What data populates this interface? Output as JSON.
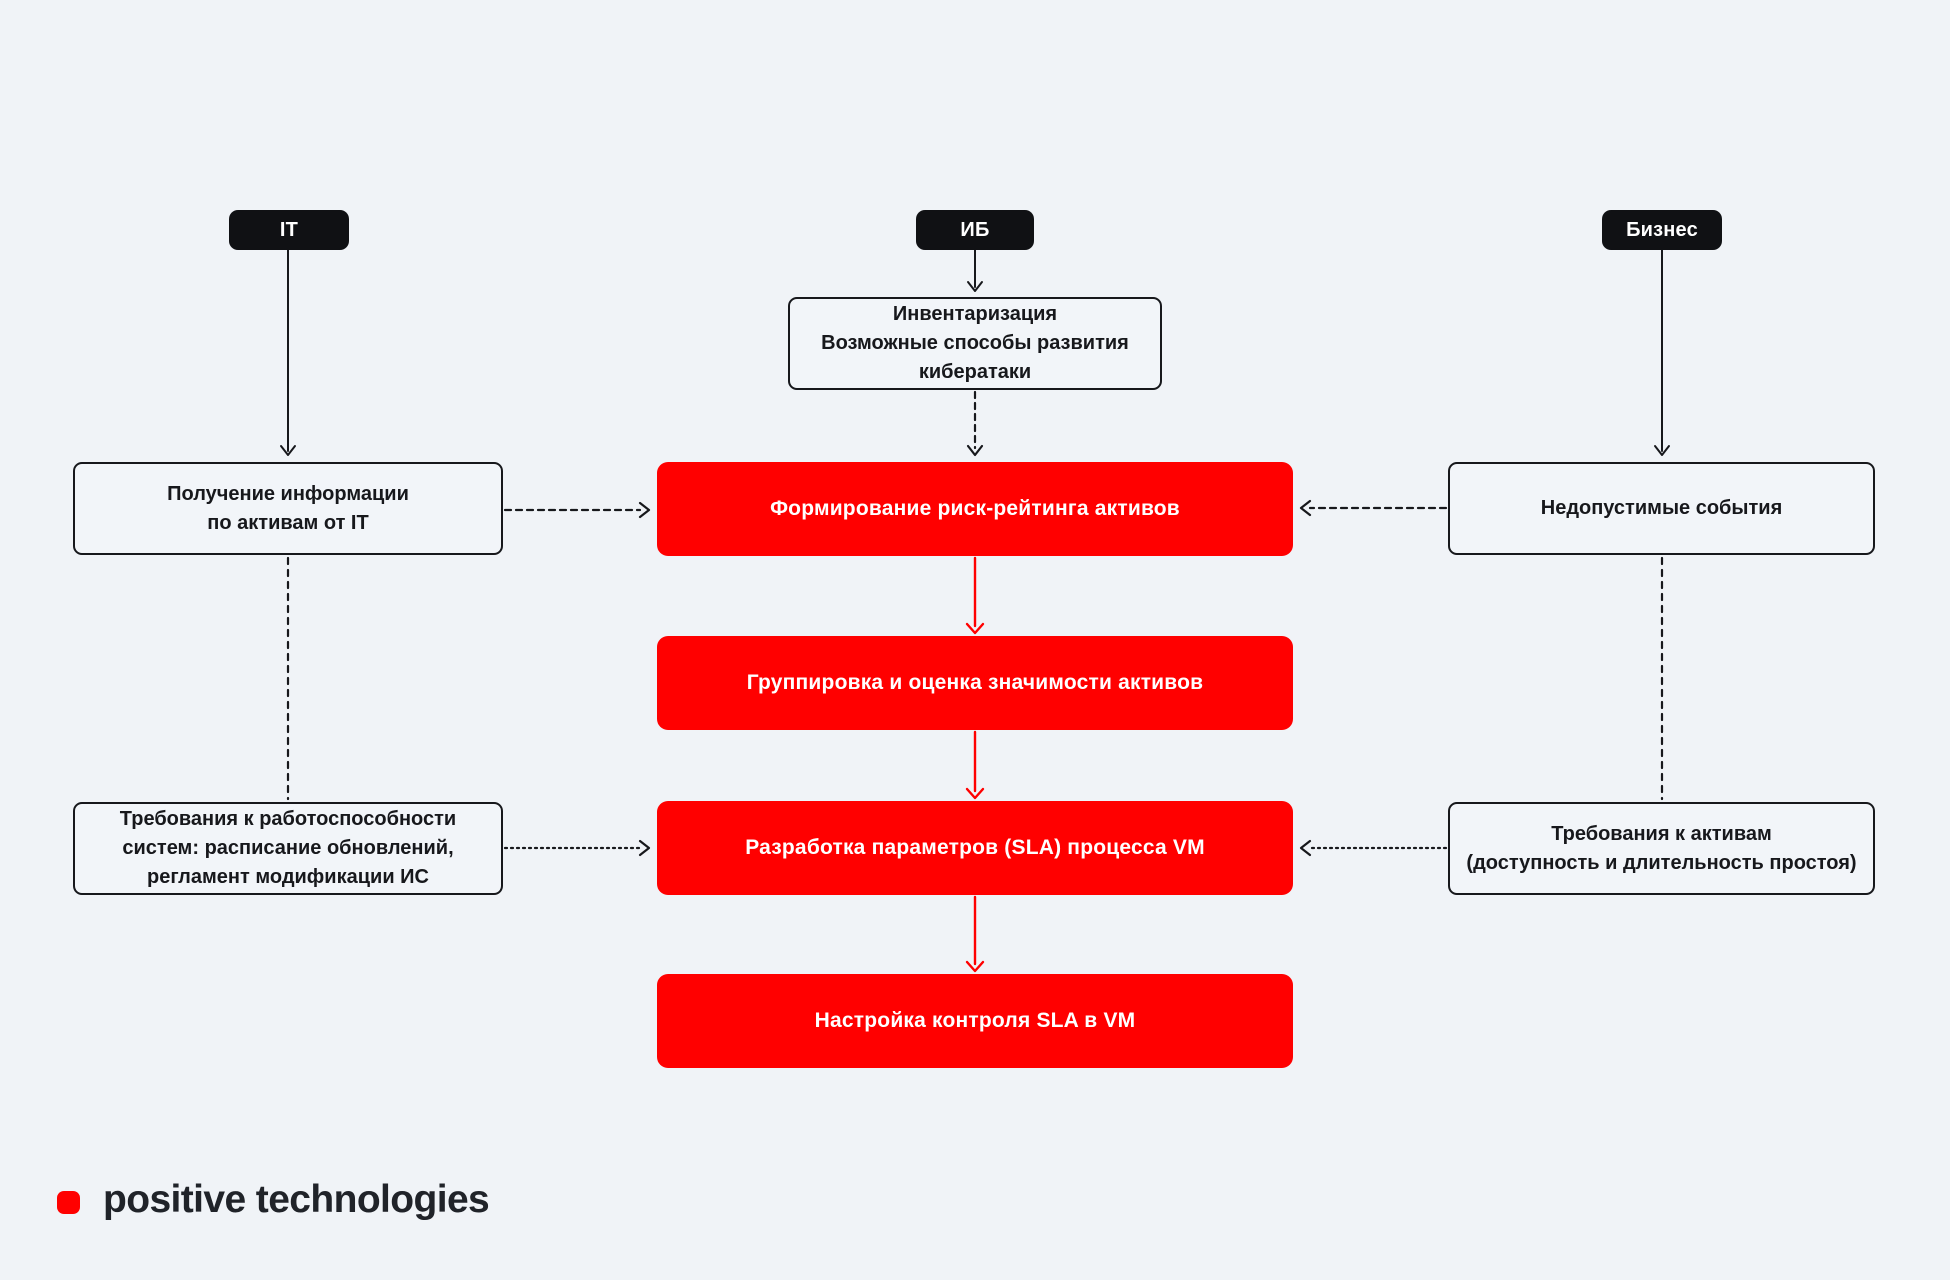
{
  "diagram": {
    "badges": {
      "it": "IT",
      "ib": "ИБ",
      "business": "Бизнес"
    },
    "boxes": {
      "inventory": {
        "line1": "Инвентаризация",
        "line2": "Возможные способы развития кибератаки"
      },
      "asset_info": {
        "line1": "Получение информации",
        "line2": "по активам от IT"
      },
      "risk_rating": "Формирование риск-рейтинга активов",
      "unacceptable_events": "Недопустимые события",
      "asset_grouping": "Группировка и оценка значимости активов",
      "system_requirements": "Требования к работоспособности систем: расписание обновлений, регламент модификации ИС",
      "sla_params": "Разработка параметров (SLA) процесса VM",
      "asset_requirements": {
        "line1": "Требования к активам",
        "line2": "(доступность и длительность простоя)"
      },
      "sla_control": "Настройка контроля SLA в VM"
    }
  },
  "footer": {
    "logo_text": "positive technologies"
  },
  "colors": {
    "accent_red": "#FF0000",
    "ink": "#17181C",
    "badge_bg": "#101114",
    "background": "#F0F3F7"
  }
}
